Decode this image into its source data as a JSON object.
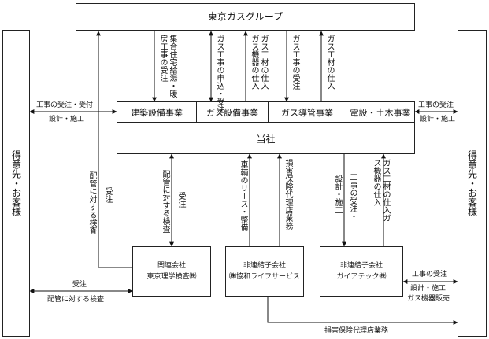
{
  "top_group": "東京ガスグループ",
  "company": "当社",
  "customer_left": "得意先・お客様",
  "customer_right": "得意先・お客様",
  "business_units": [
    "建築設備事業",
    "ガス設備事業",
    "ガス導管事業",
    "電設・土木事業"
  ],
  "affiliates": {
    "related": {
      "line1": "関連会社",
      "line2": "東京理学検査㈱"
    },
    "sub1": {
      "line1": "非連結子会社",
      "line2": "㈱協和ライフサービス"
    },
    "sub2": {
      "line1": "非連結子会社",
      "line2": "ガイアテック㈱"
    }
  },
  "top_flow_labels": [
    "集合住宅給湯・暖房工事の受注",
    "ガス工事の申込・受注",
    "ガス工材の仕入ガス機器の仕入",
    "ガス工事の受注",
    "ガス工材の仕入"
  ],
  "left_flow": {
    "upper": "工事の受注・受付",
    "lower": "設計・施工"
  },
  "right_flow": {
    "upper": "工事の受注",
    "lower": "設計・施工"
  },
  "mid_flow_labels": {
    "order_left": "受注",
    "inspection_left": "配管に対する検査",
    "inspection_mid": "配管に対する検査",
    "order_mid": "受注",
    "lease": "車輌のリース・整備",
    "insurance_up": "損害保険代理店業務",
    "design": "設計・施工",
    "order_right": "工事の受注・",
    "gas_right": "ガス工材の仕入ガス機器の仕入"
  },
  "bottom_left": {
    "upper": "受注",
    "lower": "配管に対する検査"
  },
  "bottom_right": {
    "line1": "工事の受注",
    "line2": "設計・施工",
    "line3": "ガス機器販売"
  },
  "bottom_insurance": "損害保険代理店業務"
}
